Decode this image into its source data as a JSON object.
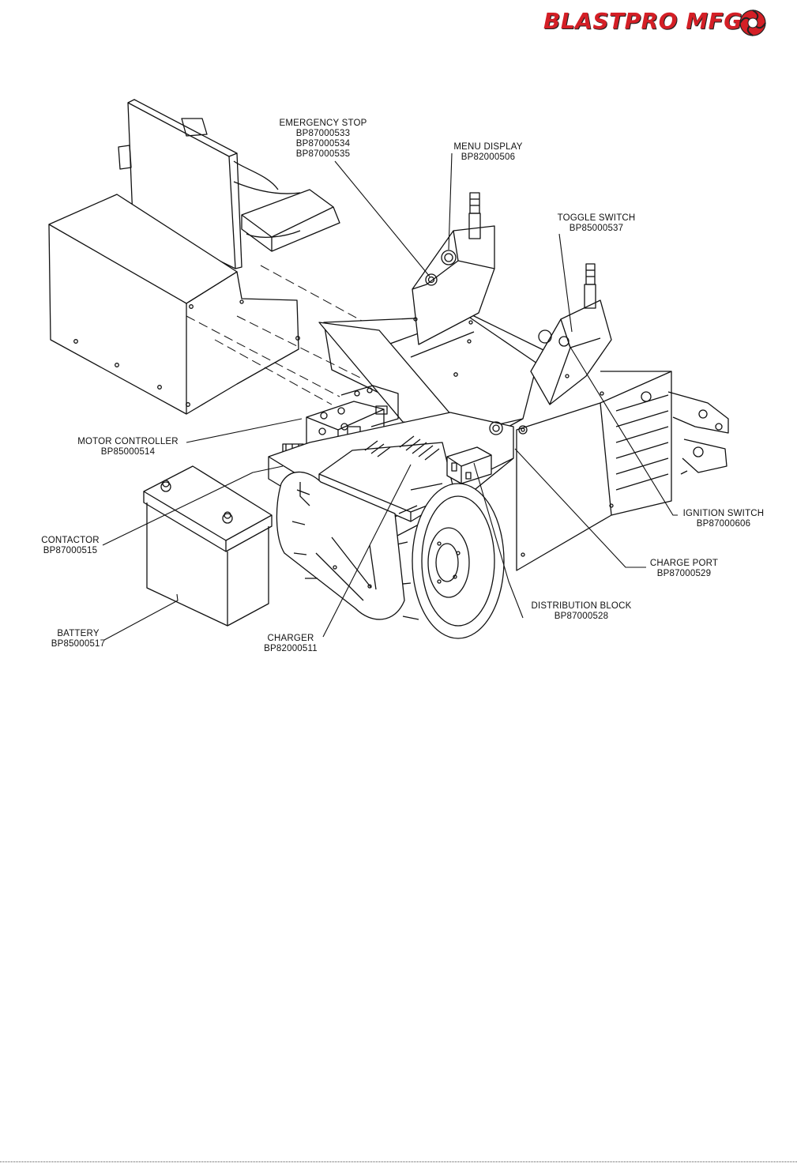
{
  "header": {
    "logo_word1": "BLASTPRO",
    "logo_word2": "MFG",
    "brand_color": "#d41f26"
  },
  "callouts": {
    "emergency_stop": {
      "title": "EMERGENCY STOP",
      "parts": [
        "BP87000533",
        "BP87000534",
        "BP87000535"
      ]
    },
    "menu_display": {
      "title": "MENU DISPLAY",
      "part": "BP82000506"
    },
    "toggle_switch": {
      "title": "TOGGLE SWITCH",
      "part": "BP85000537"
    },
    "motor_controller": {
      "title": "MOTOR CONTROLLER",
      "part": "BP85000514"
    },
    "contactor": {
      "title": "CONTACTOR",
      "part": "BP87000515"
    },
    "battery": {
      "title": "BATTERY",
      "part": "BP85000517"
    },
    "charger": {
      "title": "CHARGER",
      "part": "BP82000511"
    },
    "distribution_block": {
      "title": "DISTRIBUTION BLOCK",
      "part": "BP87000528"
    },
    "charge_port": {
      "title": "CHARGE PORT",
      "part": "BP87000529"
    },
    "ignition_switch": {
      "title": "IGNITION SWITCH",
      "part": "BP87000606"
    }
  }
}
